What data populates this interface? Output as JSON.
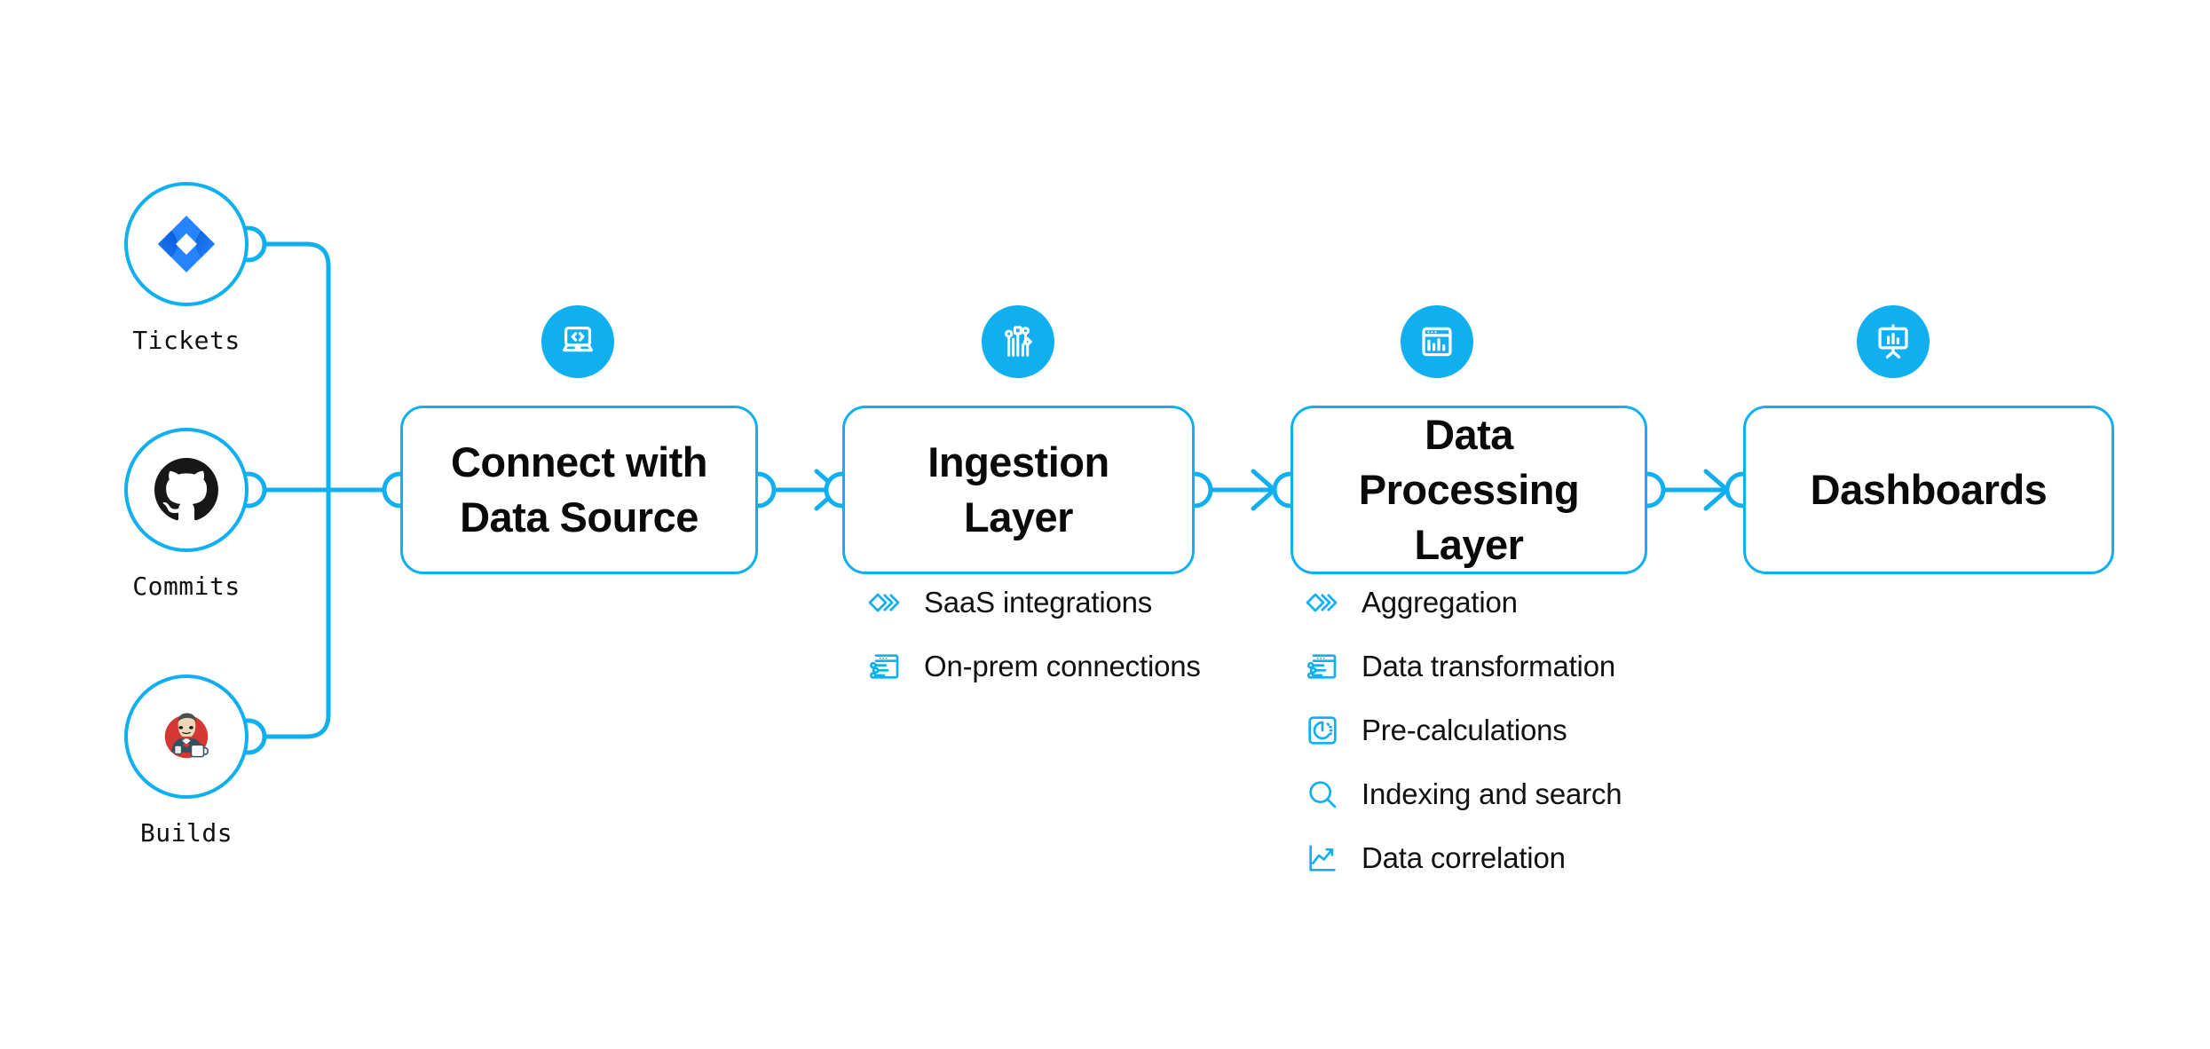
{
  "theme": {
    "accent": "#0FAFF0",
    "line": "#0FAFF0",
    "text": "#111111",
    "title_text": "#0A0A0A",
    "background": "#FFFFFF",
    "jira_blue": "#2684FF",
    "jira_blue_dark": "#0052CC",
    "github_black": "#181717",
    "jenkins_red": "#D33833"
  },
  "sources": [
    {
      "label": "Tickets",
      "icon": "jira-icon"
    },
    {
      "label": "Commits",
      "icon": "github-icon"
    },
    {
      "label": "Builds",
      "icon": "jenkins-icon"
    }
  ],
  "stages": [
    {
      "title_line1": "Connect with",
      "title_line2": "Data Source",
      "badge_icon": "laptop-code-icon",
      "features": []
    },
    {
      "title_line1": "Ingestion",
      "title_line2": "Layer",
      "badge_icon": "circuit-nodes-icon",
      "features": [
        {
          "label": "SaaS integrations",
          "icon": "stacked-chevrons-icon"
        },
        {
          "label": "On-prem connections",
          "icon": "window-sliders-icon"
        }
      ]
    },
    {
      "title_line1": "Data Processing",
      "title_line2": "Layer",
      "badge_icon": "window-barchart-icon",
      "features": [
        {
          "label": "Aggregation",
          "icon": "stacked-chevrons-icon"
        },
        {
          "label": "Data transformation",
          "icon": "window-sliders-icon"
        },
        {
          "label": "Pre-calculations",
          "icon": "gauge-square-icon"
        },
        {
          "label": "Indexing and search",
          "icon": "magnifier-icon"
        },
        {
          "label": "Data correlation",
          "icon": "line-chart-icon"
        }
      ]
    },
    {
      "title_line1": "Dashboards",
      "title_line2": "",
      "badge_icon": "presentation-chart-icon",
      "features": []
    }
  ],
  "connectors": {
    "arrow_icon": "arrow-right-icon",
    "node_icon": "connector-node-circle"
  }
}
